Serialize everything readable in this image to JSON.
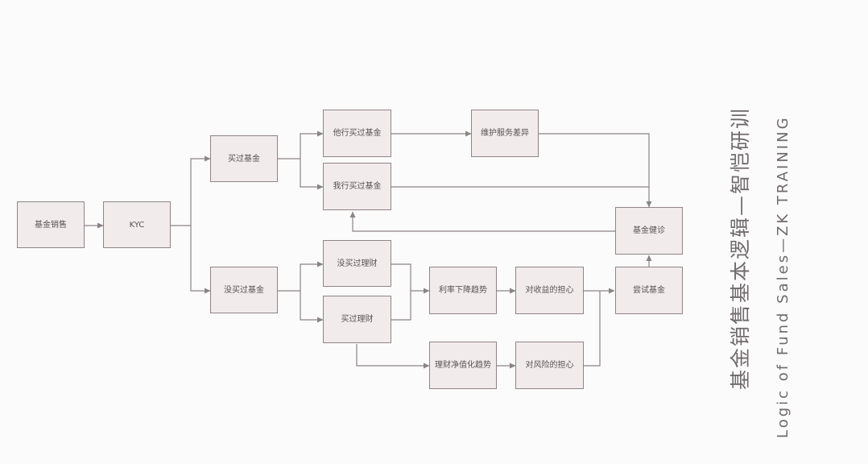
{
  "nodes": {
    "fund_sales": "基金销售",
    "kyc": "KYC",
    "bought_fund": "买过基金",
    "not_bought_fund": "没买过基金",
    "other_bank_bought": "他行买过基金",
    "our_bank_bought": "我行买过基金",
    "service_diff": "维护服务差异",
    "fund_checkup": "基金健诊",
    "try_fund": "尝试基金",
    "not_bought_wealth": "没买过理财",
    "bought_wealth": "买过理财",
    "rate_decline": "利率下降趋势",
    "return_concern": "对收益的担心",
    "nav_trend": "理财净值化趋势",
    "risk_concern": "对风险的担心"
  },
  "side_title": {
    "cn": "基金销售基本逻辑—智恺研训",
    "en": "Logic of Fund Sales—ZK TRAINING"
  },
  "colors": {
    "node_fill": "#f1ebec",
    "node_border": "#8f8486",
    "line": "#8a8486",
    "text": "#5a5254"
  }
}
